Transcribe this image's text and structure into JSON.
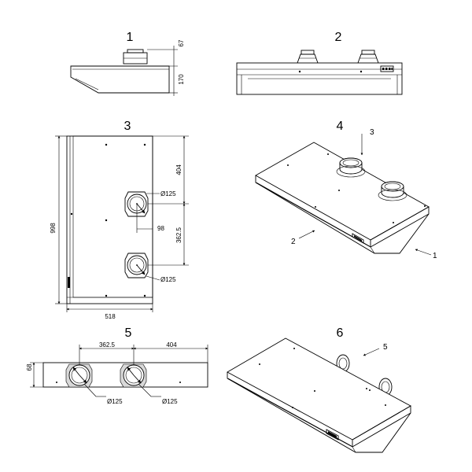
{
  "views": {
    "v1": {
      "number": "1",
      "dims": {
        "collar_height": "67",
        "body_height": "170"
      }
    },
    "v2": {
      "number": "2"
    },
    "v3": {
      "number": "3",
      "dims": {
        "height": "998",
        "width": "518",
        "top_offset": "404",
        "spacing": "362.5",
        "offset_x": "98",
        "dia_a": "Ø125",
        "dia_b": "Ø125"
      }
    },
    "v4": {
      "number": "4",
      "callouts": {
        "c1": "1",
        "c2": "2",
        "c3": "3"
      }
    },
    "v5": {
      "number": "5",
      "dims": {
        "spacing": "362.5",
        "offset": "404",
        "depth": "68",
        "dia_a": "Ø125",
        "dia_b": "Ø125"
      }
    },
    "v6": {
      "number": "6",
      "callouts": {
        "c5": "5"
      }
    }
  }
}
